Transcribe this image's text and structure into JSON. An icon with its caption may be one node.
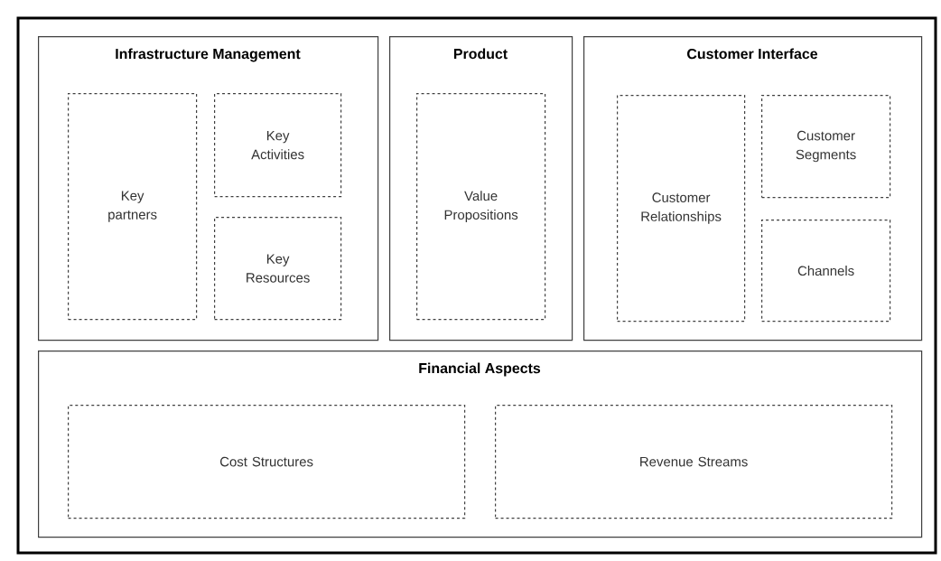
{
  "diagram": {
    "nodes": [
      {
        "text": [
          "Infrastructure Management"
        ]
      },
      {
        "text": [
          "Key partners"
        ],
        "in": 0
      },
      {
        "text": [
          "Key Activities"
        ],
        "in": 0
      },
      {
        "text": [
          "Key Resources"
        ],
        "in": 0
      },
      {
        "text": [
          "Product"
        ]
      },
      {
        "text": [
          "Value Propositions"
        ],
        "in": 4
      },
      {
        "text": [
          "Customer Interface"
        ]
      },
      {
        "text": [
          "Customer Relationships"
        ],
        "in": 6
      },
      {
        "text": [
          "Customer Segments"
        ],
        "in": 6
      },
      {
        "text": [
          "Channels"
        ],
        "in": 6
      },
      {
        "text": [
          "Financial Aspects"
        ]
      },
      {
        "text": [
          "Cost Structures"
        ],
        "in": 10
      },
      {
        "text": [
          "Revenue Streams"
        ],
        "in": 10
      }
    ]
  }
}
